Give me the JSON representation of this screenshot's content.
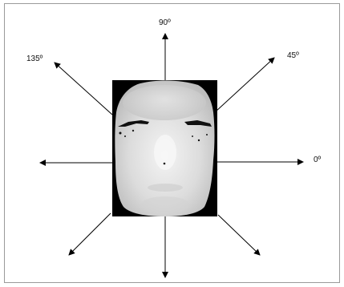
{
  "labels": {
    "deg0": "0º",
    "deg45": "45º",
    "deg90": "90º",
    "deg135": "135º"
  },
  "image": {
    "subject": "depth-map-face",
    "background_color": "#000000"
  },
  "arrows": [
    "0",
    "45",
    "90",
    "135",
    "180",
    "225",
    "270",
    "315"
  ]
}
